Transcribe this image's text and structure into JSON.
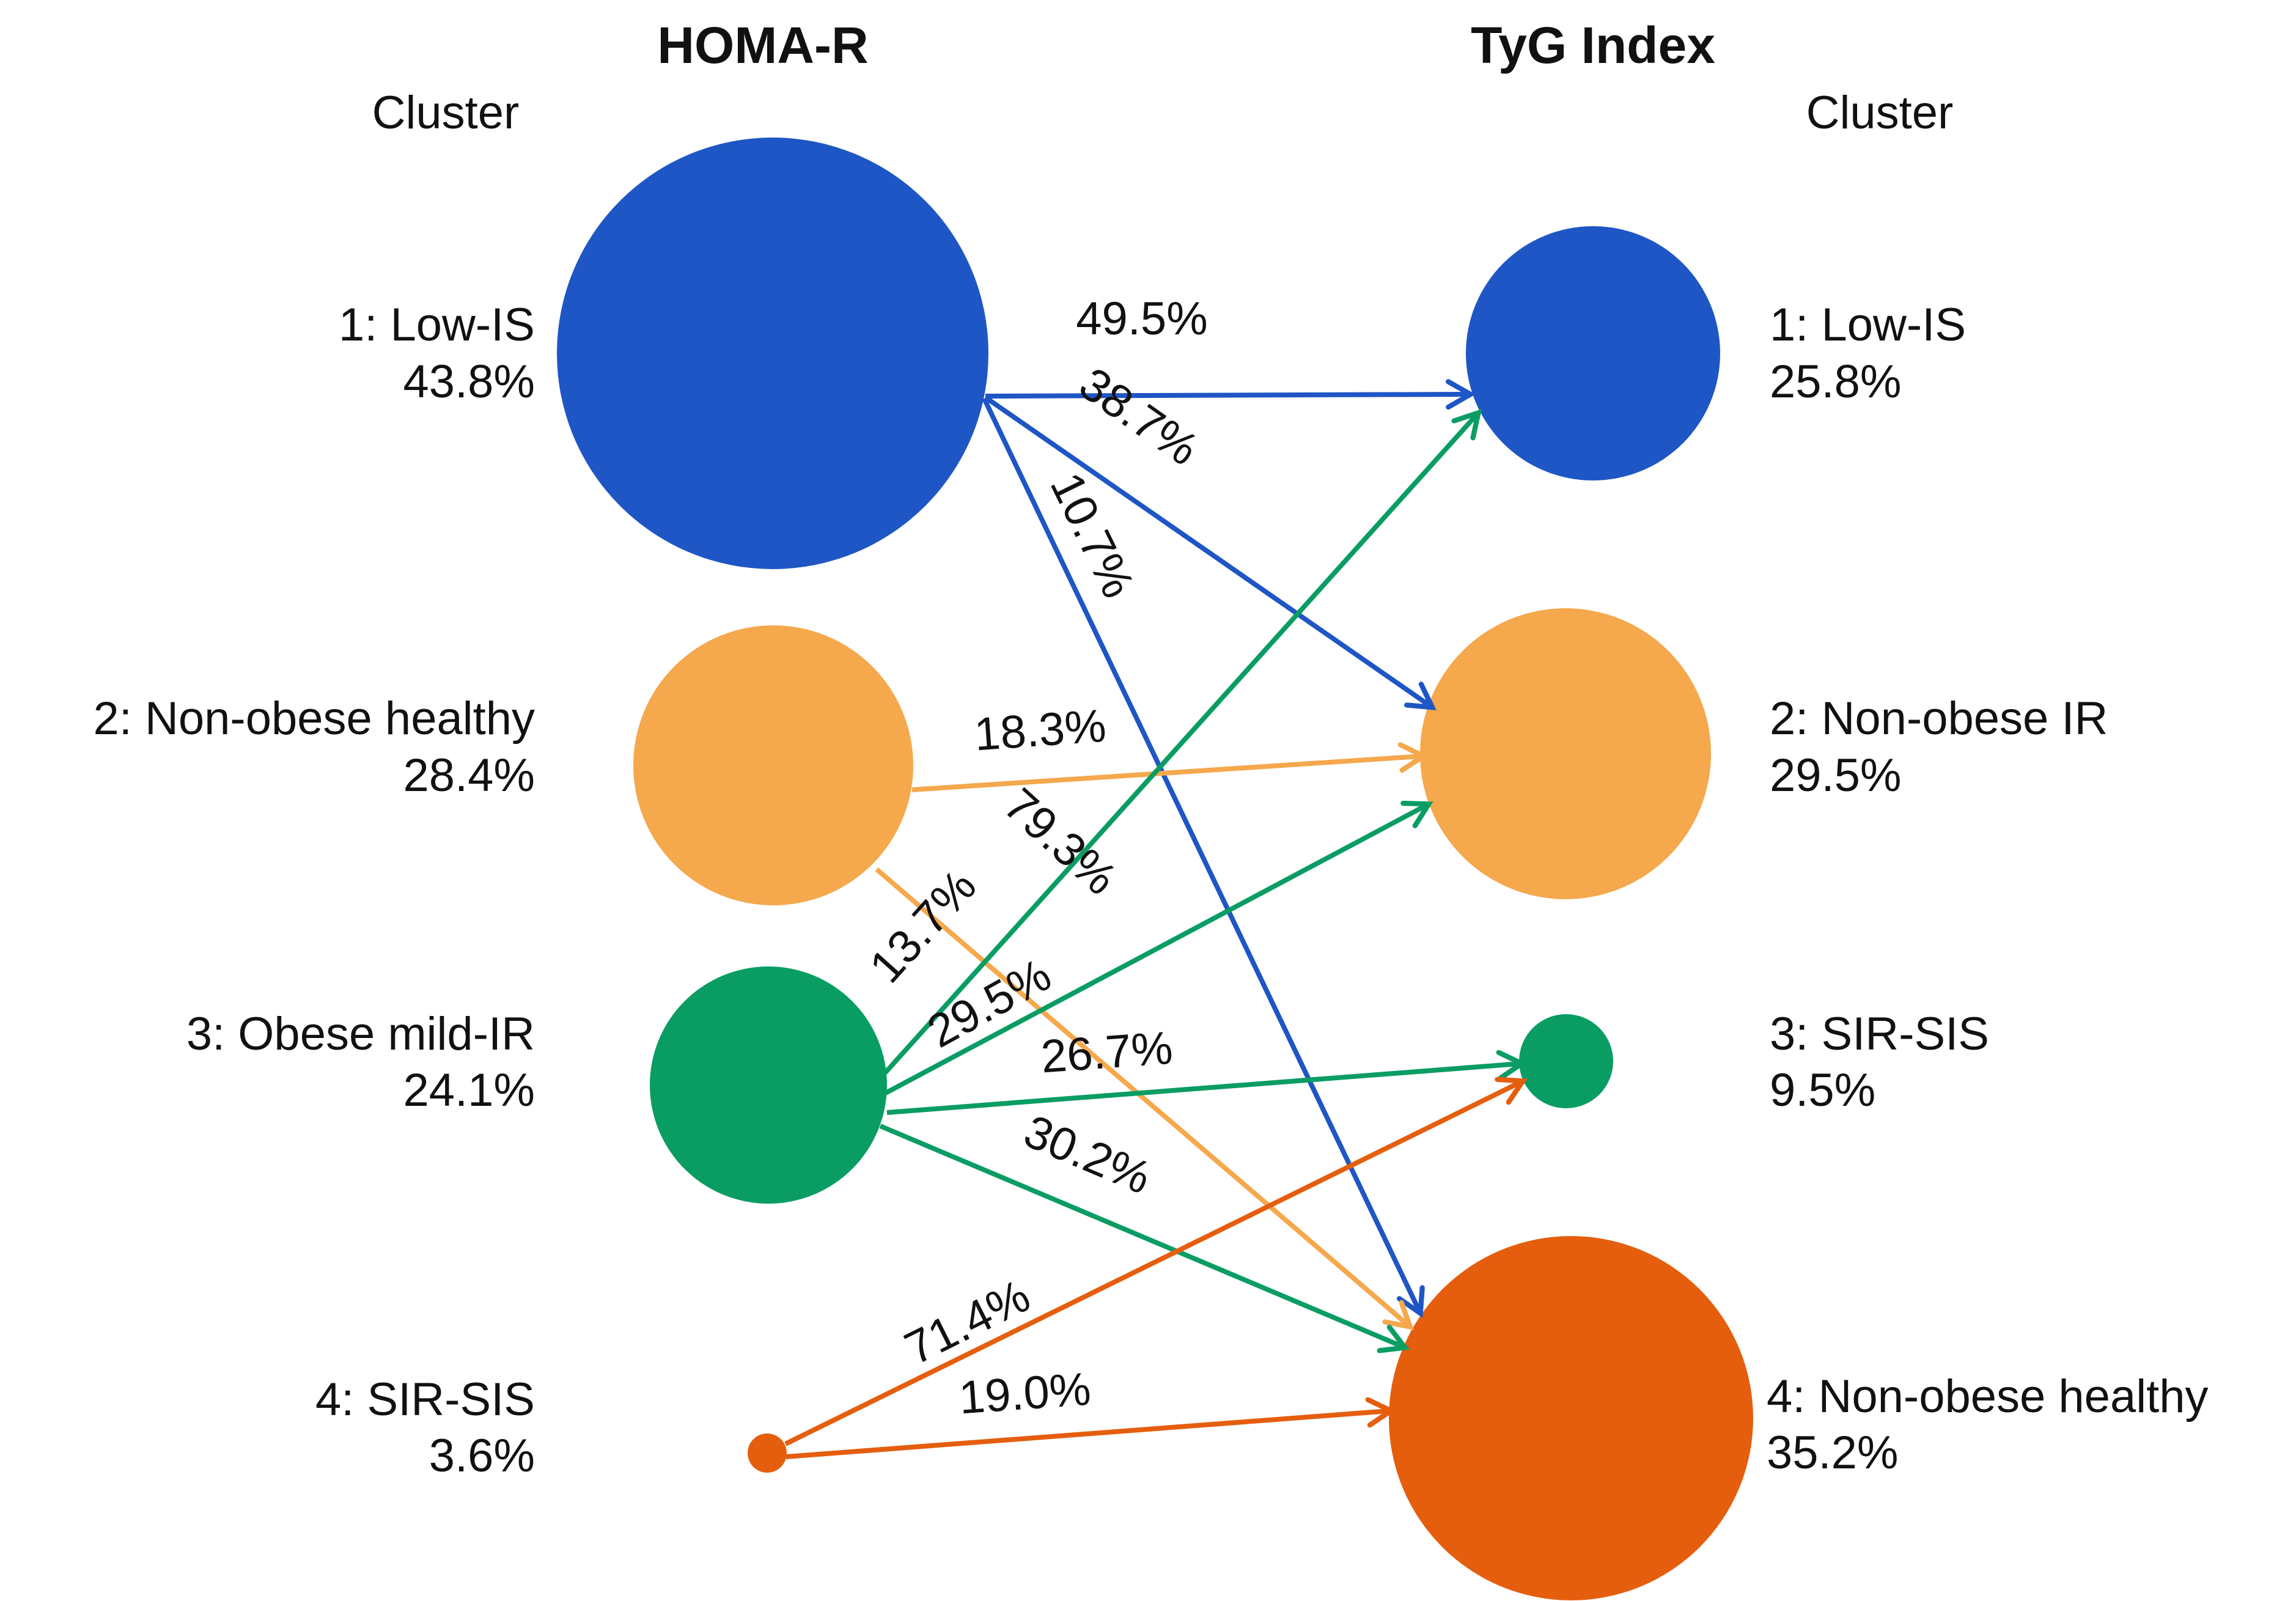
{
  "header": {
    "left_title": "HOMA-R",
    "right_title": "TyG Index",
    "left_axis_label": "Cluster",
    "right_axis_label": "Cluster"
  },
  "colors": {
    "blue": "#1E56C5",
    "light_orange": "#F5A84C",
    "green": "#0A9D63",
    "dark_orange": "#E55E0E",
    "text": "#111111",
    "background": "#FFFFFF"
  },
  "chart_data": {
    "type": "transition-diagram",
    "left_column_title": "HOMA-R Cluster",
    "right_column_title": "TyG Index Cluster",
    "node_size_rule": "circle radius proportional to percentage",
    "left_clusters": [
      {
        "label": "1: Low-IS",
        "pct": "43.8%",
        "value": 43.8,
        "color": "blue"
      },
      {
        "label": "2: Non-obese healthy",
        "pct": "28.4%",
        "value": 28.4,
        "color": "light_orange"
      },
      {
        "label": "3: Obese mild-IR",
        "pct": "24.1%",
        "value": 24.1,
        "color": "green"
      },
      {
        "label": "4: SIR-SIS",
        "pct": "3.6%",
        "value": 3.6,
        "color": "dark_orange"
      }
    ],
    "right_clusters": [
      {
        "label": "1: Low-IS",
        "pct": "25.8%",
        "value": 25.8,
        "color": "blue"
      },
      {
        "label": "2: Non-obese IR",
        "pct": "29.5%",
        "value": 29.5,
        "color": "light_orange"
      },
      {
        "label": "3: SIR-SIS",
        "pct": "9.5%",
        "value": 9.5,
        "color": "green"
      },
      {
        "label": "4: Non-obese healthy",
        "pct": "35.2%",
        "value": 35.2,
        "color": "dark_orange"
      }
    ],
    "transitions": [
      {
        "from": "HOMA-R 1: Low-IS",
        "to": "TyG 1: Low-IS",
        "pct": "49.5%",
        "value": 49.5,
        "color": "blue"
      },
      {
        "from": "HOMA-R 1: Low-IS",
        "to": "TyG 2: Non-obese IR",
        "pct": "38.7%",
        "value": 38.7,
        "color": "blue"
      },
      {
        "from": "HOMA-R 1: Low-IS",
        "to": "TyG 4: Non-obese healthy",
        "pct": "10.7%",
        "value": 10.7,
        "color": "blue"
      },
      {
        "from": "HOMA-R 2: Non-obese healthy",
        "to": "TyG 2: Non-obese IR",
        "pct": "18.3%",
        "value": 18.3,
        "color": "light_orange"
      },
      {
        "from": "HOMA-R 2: Non-obese healthy",
        "to": "TyG 4: Non-obese healthy",
        "pct": "79.3%",
        "value": 79.3,
        "color": "light_orange"
      },
      {
        "from": "HOMA-R 3: Obese mild-IR",
        "to": "TyG 1: Low-IS",
        "pct": "13.7%",
        "value": 13.7,
        "color": "green"
      },
      {
        "from": "HOMA-R 3: Obese mild-IR",
        "to": "TyG 2: Non-obese IR",
        "pct": "29.5%",
        "value": 29.5,
        "color": "green"
      },
      {
        "from": "HOMA-R 3: Obese mild-IR",
        "to": "TyG 3: SIR-SIS",
        "pct": "26.7%",
        "value": 26.7,
        "color": "green"
      },
      {
        "from": "HOMA-R 3: Obese mild-IR",
        "to": "TyG 4: Non-obese healthy",
        "pct": "30.2%",
        "value": 30.2,
        "color": "green"
      },
      {
        "from": "HOMA-R 4: SIR-SIS",
        "to": "TyG 3: SIR-SIS",
        "pct": "71.4%",
        "value": 71.4,
        "color": "dark_orange"
      },
      {
        "from": "HOMA-R 4: SIR-SIS",
        "to": "TyG 4: Non-obese healthy",
        "pct": "19.0%",
        "value": 19.0,
        "color": "dark_orange"
      }
    ]
  }
}
